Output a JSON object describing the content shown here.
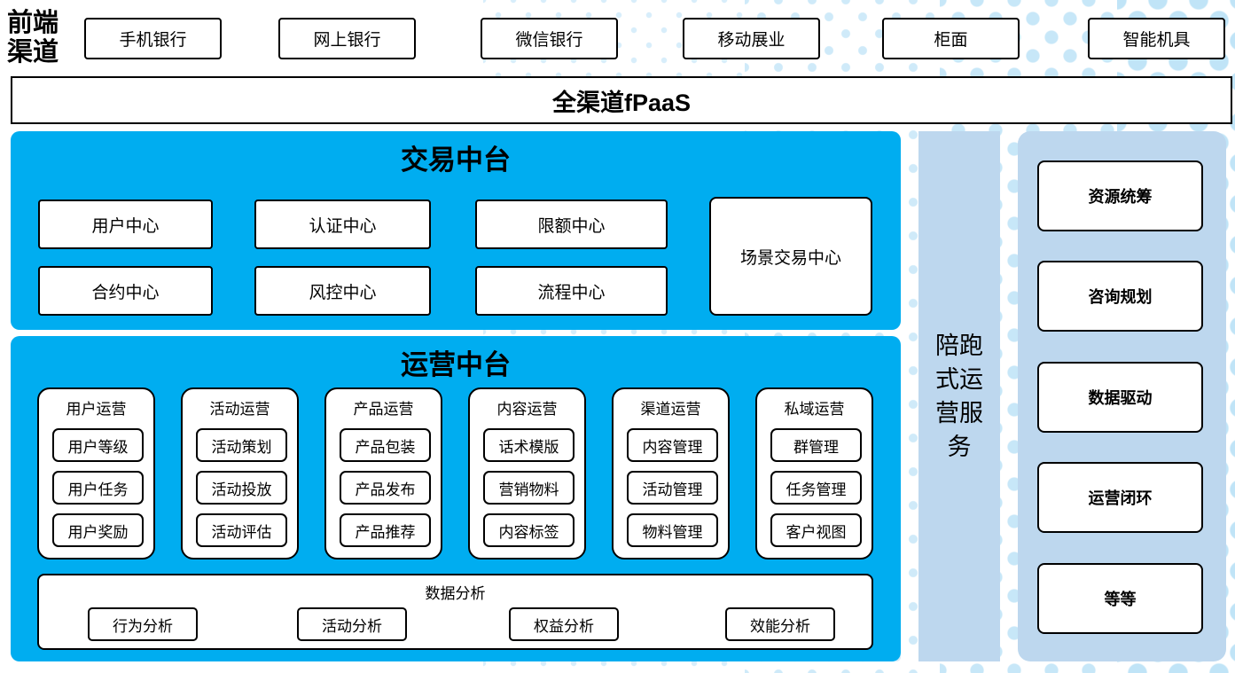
{
  "colors": {
    "platform_cyan": "#00adf0",
    "companion_light_blue": "#bdd7ee",
    "dot_pattern_blue": "#cfeaf9",
    "box_border": "#000000",
    "box_fill": "#ffffff"
  },
  "front_channels": {
    "label": "前端渠道",
    "items": [
      "手机银行",
      "网上银行",
      "微信银行",
      "移动展业",
      "柜面",
      "智能机具"
    ]
  },
  "fpaas_bar": {
    "label": "全渠道fPaaS"
  },
  "transaction_platform": {
    "title": "交易中台",
    "cells": [
      "用户中心",
      "认证中心",
      "限额中心",
      "合约中心",
      "风控中心",
      "流程中心"
    ],
    "tall_cell": "场景交易中心"
  },
  "operation_platform": {
    "title": "运营中台",
    "columns": [
      {
        "header": "用户运营",
        "items": [
          "用户等级",
          "用户任务",
          "用户奖励"
        ]
      },
      {
        "header": "活动运营",
        "items": [
          "活动策划",
          "活动投放",
          "活动评估"
        ]
      },
      {
        "header": "产品运营",
        "items": [
          "产品包装",
          "产品发布",
          "产品推荐"
        ]
      },
      {
        "header": "内容运营",
        "items": [
          "话术模版",
          "营销物料",
          "内容标签"
        ]
      },
      {
        "header": "渠道运营",
        "items": [
          "内容管理",
          "活动管理",
          "物料管理"
        ]
      },
      {
        "header": "私域运营",
        "items": [
          "群管理",
          "任务管理",
          "客户视图"
        ]
      }
    ],
    "data_analysis": {
      "title": "数据分析",
      "items": [
        "行为分析",
        "活动分析",
        "权益分析",
        "效能分析"
      ]
    }
  },
  "companion_service": {
    "label": "陪跑式运营服务"
  },
  "right_panel": {
    "items": [
      "资源统筹",
      "咨询规划",
      "数据驱动",
      "运营闭环",
      "等等"
    ]
  }
}
